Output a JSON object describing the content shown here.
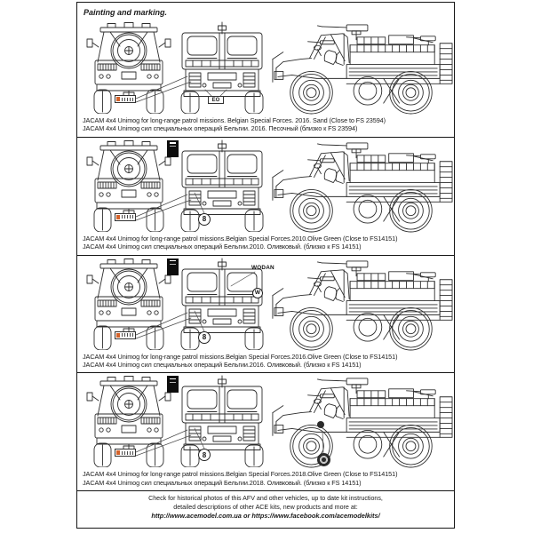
{
  "doc": {
    "title": "Painting and marking.",
    "footer": {
      "line1": "Check for historical photos of this AFV and  other vehicles, up to date kit instructions,",
      "line2": "detailed descriptions of other ACE kits, new products and more at:",
      "url1": "http://www.acemodel.com.ua",
      "conjunction": " or ",
      "url2": "https://www.facebook.com/acemodelkits/"
    }
  },
  "subject": "JACAM 4x4 Unimog, Belgian Special Forces",
  "colors": {
    "line": "#2d2d2d",
    "plate_accent": "#d4622a",
    "decal_badge": "#0d0d0d"
  },
  "schemes": [
    {
      "caption_en": "JACAM 4x4 Unimog for long-range patrol missions. Belgian Special Forces. 2016. Sand (Close to FS 23594)",
      "caption_ru": "JACAM 4x4 Unimog сил специальных операций Бельгии. 2016. Песочный (близко к FS 23594)",
      "markings": {
        "rear_plate": "EO"
      }
    },
    {
      "caption_en": "JACAM 4x4 Unimog for long-range patrol missions.Belgian Special Forces.2010.Olive Green (Close to FS14151)",
      "caption_ru": "JACAM 4x4 Unimog сил специальных операций Бельгии.2010. Оливковый. (близко к FS 14151)",
      "markings": {
        "turret_number": "8"
      }
    },
    {
      "caption_en": "JACAM 4x4 Unimog for long-range patrol missions.Belgian Special Forces.2016.Olive Green (Close to FS14151)",
      "caption_ru": "JACAM 4x4 Unimog сил специальных операций Бельгии.2016. Оливковый. (близко к FS 14151)",
      "markings": {
        "turret_number": "8",
        "cab_letter": "W",
        "name_decal": "WODAN"
      }
    },
    {
      "caption_en": "JACAM 4x4 Unimog for long-range patrol missions.Belgian Special Forces.2018.Olive Green (Close to FS14151)",
      "caption_ru": "JACAM 4x4 Unimog сил специальных операций Бельгии.2018. Оливковый. (близко к FS 14151)",
      "markings": {
        "turret_number": "8"
      }
    }
  ]
}
